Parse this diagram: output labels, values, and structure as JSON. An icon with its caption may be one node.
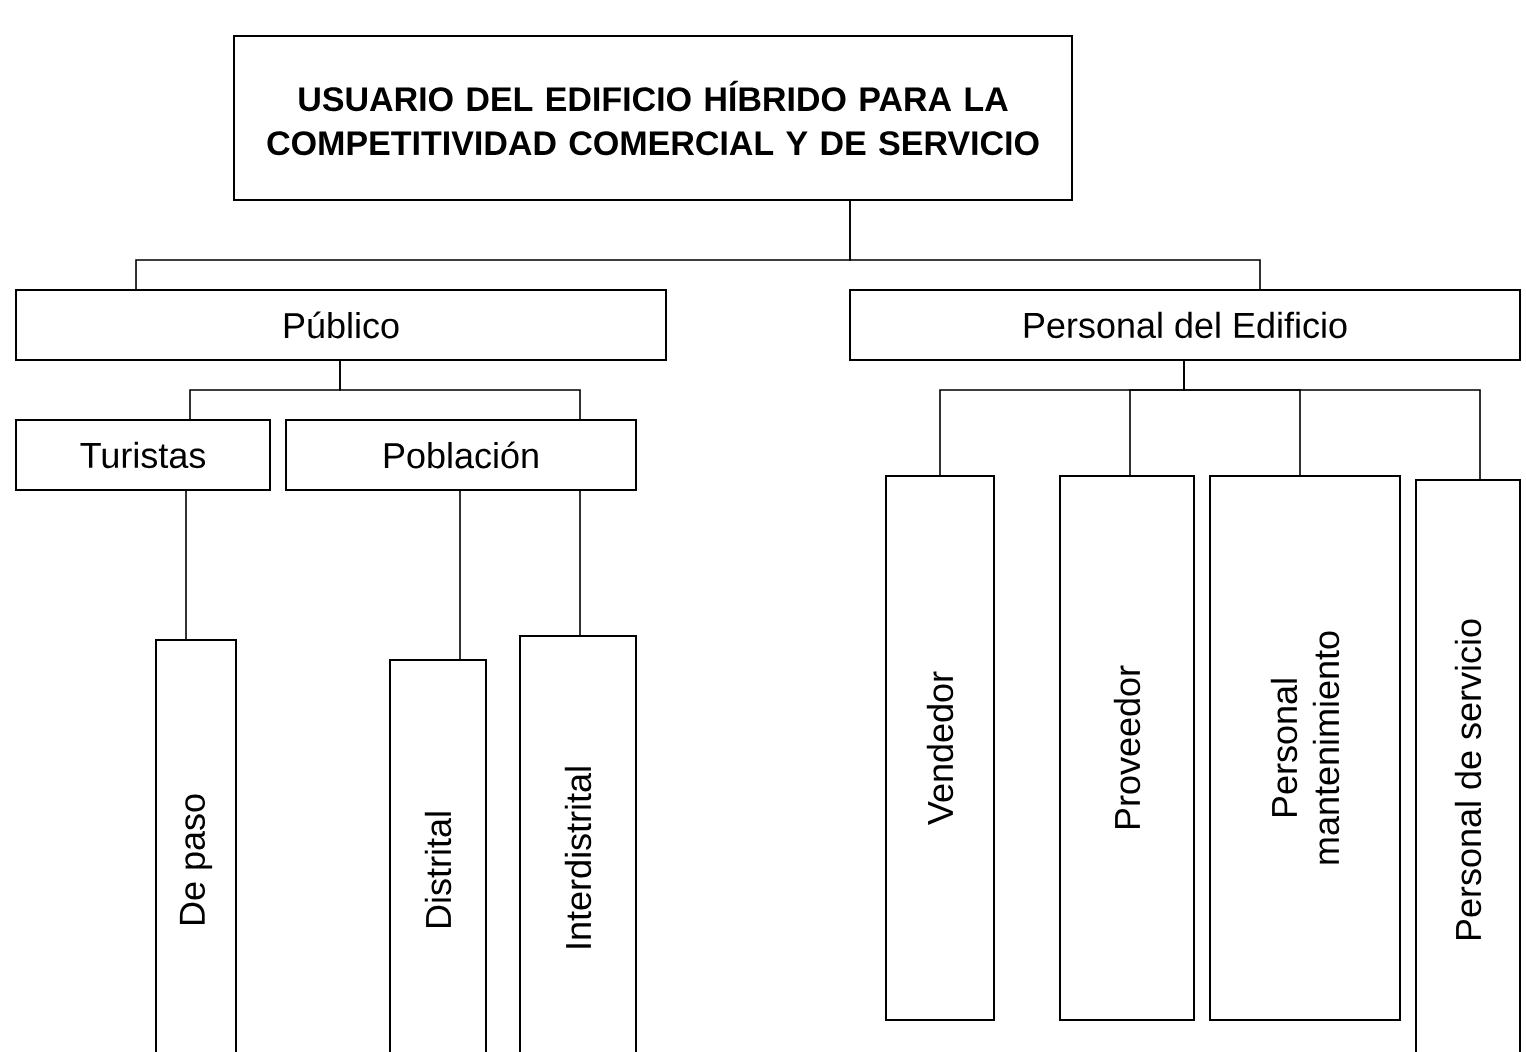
{
  "diagram": {
    "nodes": [
      {
        "text": [
          "USUARIO DEL EDIFICIO HÍBRIDO PARA LA COMPETITIVIDAD COMERCIAL Y DE SERVICIO"
        ]
      },
      {
        "text": [
          "Público"
        ]
      },
      {
        "text": [
          "Personal del Edificio"
        ]
      },
      {
        "text": [
          "Turistas"
        ]
      },
      {
        "text": [
          "Población"
        ]
      },
      {
        "text": [
          "De paso"
        ]
      },
      {
        "text": [
          "Distrital"
        ]
      },
      {
        "text": [
          "Interdistrital"
        ]
      },
      {
        "text": [
          "Vendedor"
        ]
      },
      {
        "text": [
          "Proveedor"
        ]
      },
      {
        "text": [
          "Personal mantenimiento"
        ]
      },
      {
        "text": [
          "Personal de servicio"
        ]
      }
    ],
    "edges": [
      {
        "from": 0,
        "to": 1,
        "arrow": "none"
      },
      {
        "from": 0,
        "to": 2,
        "arrow": "none"
      },
      {
        "from": 1,
        "to": 3,
        "arrow": "none"
      },
      {
        "from": 1,
        "to": 4,
        "arrow": "none"
      },
      {
        "from": 3,
        "to": 5,
        "arrow": "none"
      },
      {
        "from": 4,
        "to": 6,
        "arrow": "none"
      },
      {
        "from": 4,
        "to": 7,
        "arrow": "none"
      },
      {
        "from": 2,
        "to": 8,
        "arrow": "none"
      },
      {
        "from": 2,
        "to": 9,
        "arrow": "none"
      },
      {
        "from": 2,
        "to": 10,
        "arrow": "none"
      },
      {
        "from": 2,
        "to": 11,
        "arrow": "none"
      }
    ]
  }
}
